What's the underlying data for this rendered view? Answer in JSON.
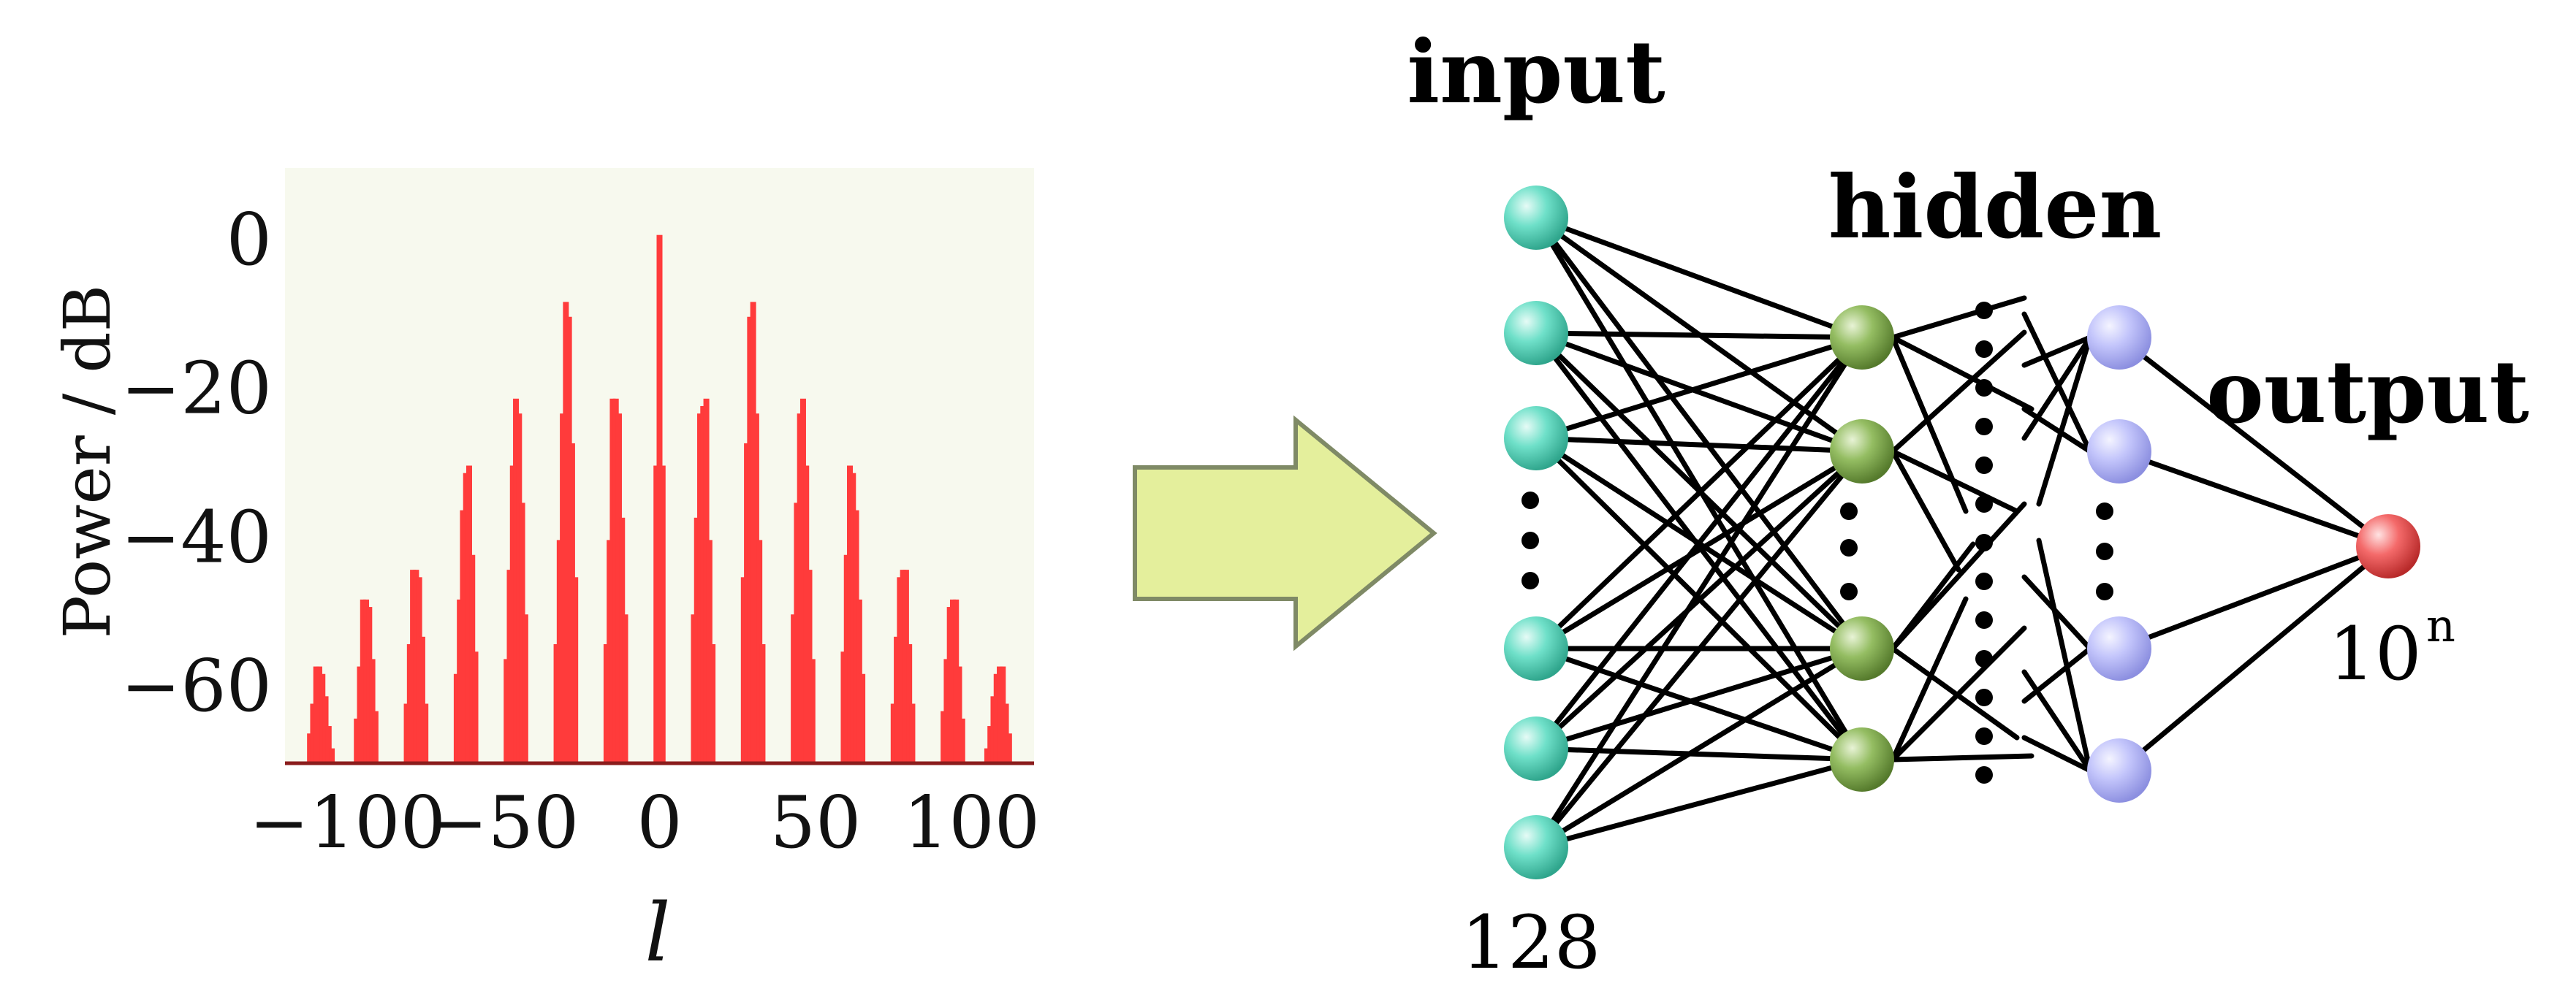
{
  "chart_data": {
    "type": "bar",
    "title": "",
    "xlabel": "l",
    "ylabel": "Power / dB",
    "xlim": [
      -120,
      120
    ],
    "ylim": [
      -70,
      10
    ],
    "xticks": [
      -100,
      -50,
      0,
      50,
      100
    ],
    "yticks": [
      0,
      -20,
      -40,
      -60
    ],
    "xtick_labels": [
      "−100",
      "−50",
      "0",
      "50",
      "100"
    ],
    "ytick_labels": [
      "0",
      "−20",
      "−40",
      "−60"
    ],
    "grid": false,
    "colors": {
      "bars": "#ff3b3b",
      "plot_background": "#f7f9ee"
    },
    "series": [
      {
        "x": [
          -112,
          -111,
          -110,
          -109,
          -108,
          -107,
          -106,
          -105,
          -97,
          -96,
          -95,
          -94,
          -93,
          -92,
          -91,
          -81,
          -80,
          -79,
          -78,
          -77,
          -76,
          -75,
          -65,
          -64,
          -63,
          -62,
          -61,
          -60,
          -59,
          -49,
          -48,
          -47,
          -46,
          -45,
          -44,
          -43,
          -33,
          -32,
          -31,
          -30,
          -29,
          -28,
          -27,
          -17,
          -16,
          -15,
          -14,
          -13,
          -12,
          -11,
          -1,
          0,
          1,
          11,
          12,
          13,
          14,
          15,
          16,
          17,
          27,
          28,
          29,
          30,
          31,
          32,
          33,
          43,
          44,
          45,
          46,
          47,
          48,
          49,
          59,
          60,
          61,
          62,
          63,
          64,
          65,
          75,
          76,
          77,
          78,
          79,
          80,
          81,
          91,
          92,
          93,
          94,
          95,
          96,
          97,
          105,
          106,
          107,
          108,
          109,
          110,
          111,
          112
        ],
        "values": [
          -66,
          -62,
          -57,
          -57,
          -58,
          -61,
          -65,
          -68,
          -64,
          -57,
          -48,
          -48,
          -49,
          -56,
          -63,
          -62,
          -54,
          -44,
          -44,
          -45,
          -53,
          -62,
          -58,
          -48,
          -36,
          -31,
          -30,
          -42,
          -55,
          -56,
          -44,
          -30,
          -21,
          -23,
          -35,
          -50,
          -54,
          -40,
          -23,
          -8,
          -10,
          -27,
          -45,
          -54,
          -40,
          -21,
          -21,
          -23,
          -37,
          -50,
          -30,
          1,
          -30,
          -50,
          -37,
          -23,
          -22,
          -21,
          -40,
          -54,
          -45,
          -27,
          -10,
          -8,
          -23,
          -40,
          -54,
          -50,
          -35,
          -23,
          -21,
          -30,
          -44,
          -56,
          -55,
          -42,
          -30,
          -31,
          -36,
          -48,
          -58,
          -62,
          -53,
          -45,
          -44,
          -44,
          -54,
          -62,
          -63,
          -56,
          -49,
          -48,
          -48,
          -57,
          -64,
          -68,
          -65,
          -61,
          -58,
          -57,
          -57,
          -62,
          -66
        ]
      }
    ]
  },
  "network": {
    "input_label": "input",
    "hidden_label": "hidden",
    "output_label": "output",
    "input_count_label": "128",
    "output_value_base": "10",
    "output_value_exp": "n",
    "colors": {
      "input_node": "#5fd8bf",
      "hidden1_node": "#88b256",
      "hidden2_node": "#b9bbf6",
      "output_node": "#f26060",
      "edges": "#000000",
      "arrow_fill": "#e4ef9c",
      "arrow_stroke": "#7f8a66"
    }
  }
}
